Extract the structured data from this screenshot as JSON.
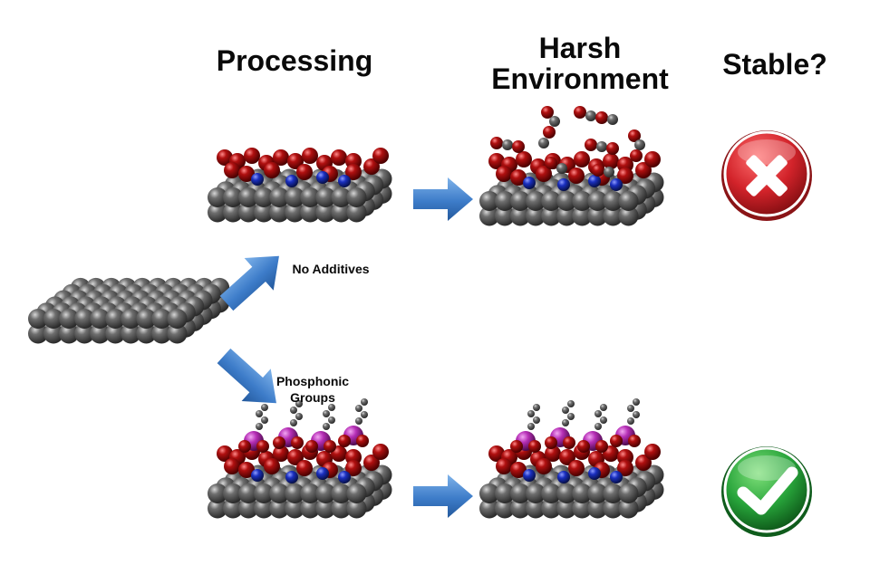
{
  "headers": {
    "processing": "Processing",
    "harsh_line1": "Harsh",
    "harsh_line2": "Environment",
    "stable": "Stable?"
  },
  "labels": {
    "no_additives": "No Additives",
    "phosphonic_line1": "Phosphonic",
    "phosphonic_line2": "Groups"
  },
  "outcomes": {
    "no_additives": "unstable",
    "phosphonic_groups": "stable"
  },
  "icons": {
    "unstable": "red-x-icon",
    "stable": "green-check-icon"
  },
  "colors": {
    "substrate_atom": "#5a5a5a",
    "oxygen_atom": "#b01010",
    "nitrogen_atom": "#1a2fbf",
    "phosphorus_atom": "#b62fb6",
    "arrow": "#3d7cc9",
    "fail": "#d2232a",
    "pass": "#27a33a"
  }
}
